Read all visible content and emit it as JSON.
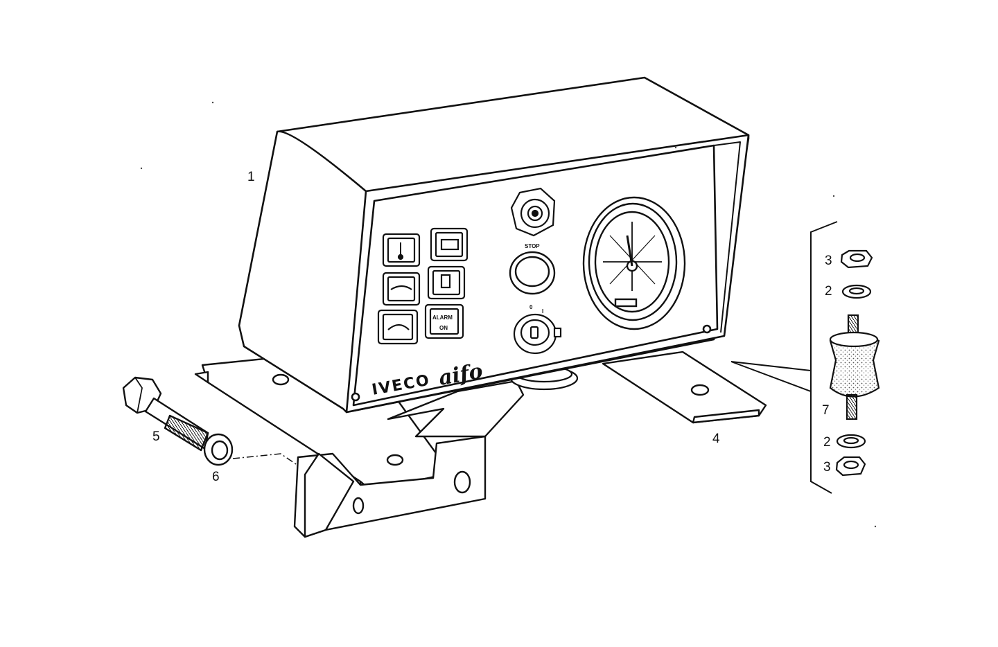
{
  "callouts": {
    "panel_box": "1",
    "nut_top": "3",
    "washer_top": "2",
    "mount_damper": "7",
    "washer_bottom": "2",
    "nut_bottom": "3",
    "bracket": "4",
    "bolt": "5",
    "bolt_washer": "6"
  },
  "panel": {
    "stop_label": "STOP",
    "alarm_line1": "ALARM",
    "alarm_line2": "ON",
    "key_pos_0": "0",
    "key_pos_1": "I",
    "brand_left": "IVECO",
    "brand_right": "aifo"
  },
  "colors": {
    "ink": "#111111",
    "paper": "#ffffff",
    "stipple": "#555555"
  }
}
